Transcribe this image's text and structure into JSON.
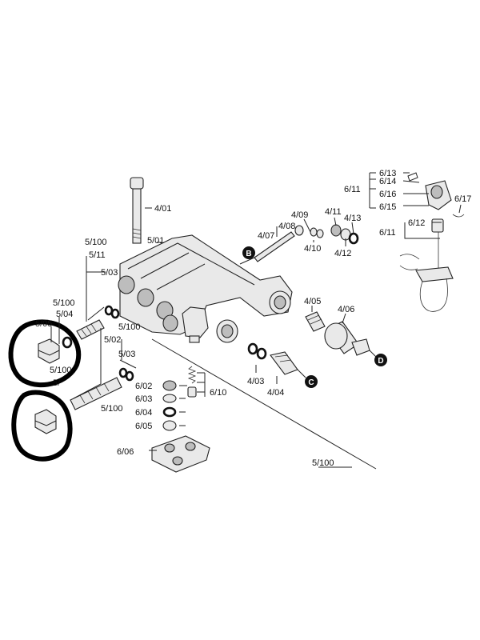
{
  "labels": {
    "l401": "4/01",
    "l501": "5/01",
    "l407": "4/07",
    "l408": "4/08",
    "l409": "4/09",
    "l410": "4/10",
    "l411": "4/11",
    "l412": "4/12",
    "l413": "4/13",
    "l405": "4/05",
    "l406": "4/06",
    "l403": "4/03",
    "l404": "4/04",
    "l5100a": "5/100",
    "l511": "5/11",
    "l503a": "5/03",
    "l5100b": "5/100",
    "l504a": "5/04",
    "l505": "5/05",
    "l5100c": "5/100",
    "l502": "5/02",
    "l503b": "5/03",
    "l5100d": "5/100",
    "l504b": "5/",
    "l5100e": "5/100",
    "l5100f": "5/100",
    "l602": "6/02",
    "l603": "6/03",
    "l604": "6/04",
    "l605": "6/05",
    "l606": "6/06",
    "l610": "6/10",
    "l613": "6/13",
    "l614": "6/14",
    "l611a": "6/11",
    "l616": "6/16",
    "l615": "6/15",
    "l617": "6/17",
    "l612": "6/12",
    "l611b": "6/11"
  },
  "badges": {
    "b": "B",
    "c": "C",
    "d": "D"
  },
  "colors": {
    "ink": "#111111",
    "marker": "#000000",
    "part_fill": "#e9e9e9"
  }
}
